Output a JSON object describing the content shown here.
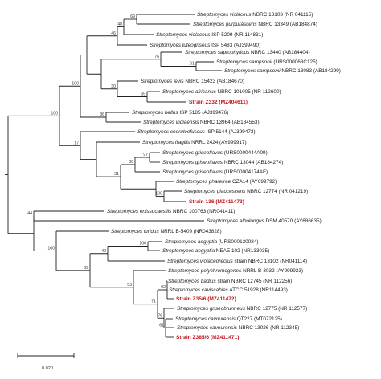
{
  "tree": {
    "taxa": [
      {
        "prefix": "Streptomyces violaceus",
        "suffix": "NBRC 13103 (NR 041115)",
        "highlight": false
      },
      {
        "prefix": "Streptomyces purpurascens",
        "suffix": "NBRC 13349 (AB184874)",
        "highlight": false
      },
      {
        "prefix": "Streptomyces violaceus",
        "suffix": "ISP 5209 (NR 114831)",
        "highlight": false
      },
      {
        "prefix": "Streptomyces luteogriseus",
        "suffix": "ISP 5483 (AJ399490)",
        "highlight": false
      },
      {
        "prefix": "Streptomyces saprophyticus",
        "suffix": "NBRC 13440 (AB184404)",
        "highlight": false
      },
      {
        "prefix": "Streptomyces sampsonii",
        "suffix": "(URS000068C125)",
        "highlight": false
      },
      {
        "prefix": "Streptomyces sampsonii",
        "suffix": "NBRC 13083 (AB184299)",
        "highlight": false
      },
      {
        "prefix": "Streptomyces levis",
        "suffix": "NBRC 15423 (AB184670)",
        "highlight": false
      },
      {
        "prefix": "Streptomyces africanus",
        "suffix": "NBRC 101005 (NR 112600)",
        "highlight": false
      },
      {
        "prefix": "",
        "suffix": "Strain Z332 (MZ404611)",
        "highlight": true
      },
      {
        "prefix": "Streptomyces bellus",
        "suffix": "ISP 5185 (AJ399476)",
        "highlight": false
      },
      {
        "prefix": "Streptomyces indiaensis",
        "suffix": "NBRC 13964 (AB184553)",
        "highlight": false
      },
      {
        "prefix": "Streptomyces coeruleofuscus",
        "suffix": "ISP 5144 (AJ399473)",
        "highlight": false
      },
      {
        "prefix": "Streptomyces fragilis",
        "suffix": "NRRL 2424 (AY999917)",
        "highlight": false
      },
      {
        "prefix": "Streptomyces griseoflavus",
        "suffix": "(URS0000444A09)",
        "highlight": false
      },
      {
        "prefix": "Streptomyces griseoflavus",
        "suffix": "NBRC 13044 (AB184274)",
        "highlight": false
      },
      {
        "prefix": "Streptomyces griseoflavus",
        "suffix": "(URS00004174AF)",
        "highlight": false
      },
      {
        "prefix": "Streptomyces pharetrae",
        "suffix": "CZA14 (AY699792)",
        "highlight": false
      },
      {
        "prefix": "Streptomyces glaucescens",
        "suffix": "NBRC 12774 (NR 041219)",
        "highlight": false
      },
      {
        "prefix": "",
        "suffix": "Strain 136 (MZ411473)",
        "highlight": true
      },
      {
        "prefix": "Streptomyces enissocaesilis",
        "suffix": "NBRC 100763 (NR041411)",
        "highlight": false
      },
      {
        "prefix": "Streptomyces albolongus",
        "suffix": "DSM 40570 (AY686635)",
        "highlight": false
      },
      {
        "prefix": "Streptomyces luridus",
        "suffix": "NRRL B-5409 (NR043828)",
        "highlight": false
      },
      {
        "prefix": "Streptomyces aegyptia",
        "suffix": "(URS000130084)",
        "highlight": false
      },
      {
        "prefix": "Streptomyces aegyptia",
        "suffix": "NEAE 102 (NR133035)",
        "highlight": false
      },
      {
        "prefix": "Streptomyces violaceorectus",
        "suffix": "strain NBRC 13102 (NR041114)",
        "highlight": false
      },
      {
        "prefix": "Streptomyces polychromogenes",
        "suffix": "NRRL B-3032 (AY999923)",
        "highlight": false
      },
      {
        "prefix": "Streptomyces badius",
        "suffix": "strain NBRC 12745 (NR 112256)",
        "highlight": false
      },
      {
        "prefix": "Streptomyces caviscabies",
        "suffix": "ATCC 51928 (NR114493)",
        "highlight": false
      },
      {
        "prefix": "",
        "suffix": "Strain Z35/6 (MZ411472)",
        "highlight": true
      },
      {
        "prefix": "Streptomyces griseobrunneus",
        "suffix": "NBRC 12775 (NR 112577)",
        "highlight": false
      },
      {
        "prefix": "Streptomyces cavourensis",
        "suffix": "QT227 (MT072125)",
        "highlight": false
      },
      {
        "prefix": "Streptomyces cavourensis",
        "suffix": "NBRC 13026 (NR 112345)",
        "highlight": false
      },
      {
        "prefix": "",
        "suffix": "Strain Z385/6 (MZ411471)",
        "highlight": true
      }
    ],
    "bootstrap_values": [
      "69",
      "48",
      "61",
      "76",
      "46",
      "100",
      "65",
      "30",
      "36",
      "100",
      "17",
      "97",
      "31",
      "100",
      "80",
      "44",
      "100",
      "42",
      "100",
      "89",
      "53",
      "92",
      "61",
      "76",
      "71"
    ],
    "scale_bar_label": "0.020"
  }
}
